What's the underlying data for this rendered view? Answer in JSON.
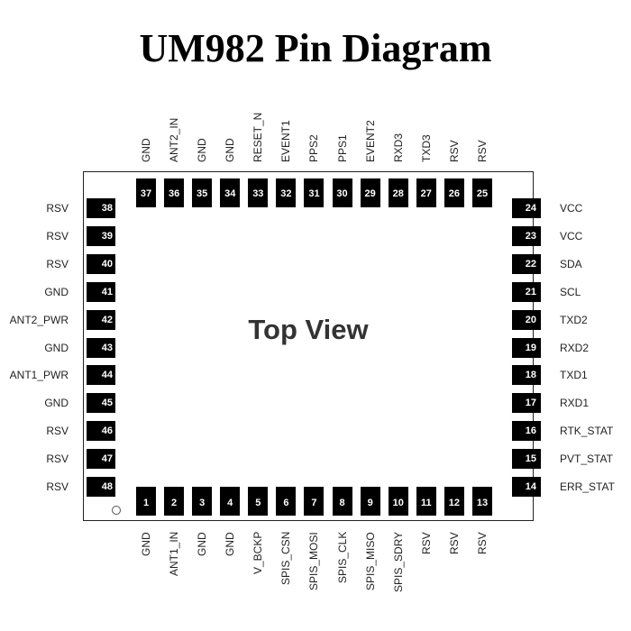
{
  "title": "UM982 Pin Diagram",
  "center_label": "Top View",
  "pins": {
    "bottom": [
      {
        "num": "1",
        "name": "GND"
      },
      {
        "num": "2",
        "name": "ANT1_IN"
      },
      {
        "num": "3",
        "name": "GND"
      },
      {
        "num": "4",
        "name": "GND"
      },
      {
        "num": "5",
        "name": "V_BCKP"
      },
      {
        "num": "6",
        "name": "SPIS_CSN"
      },
      {
        "num": "7",
        "name": "SPIS_MOSI"
      },
      {
        "num": "8",
        "name": "SPIS_CLK"
      },
      {
        "num": "9",
        "name": "SPIS_MISO"
      },
      {
        "num": "10",
        "name": "SPIS_SDRY"
      },
      {
        "num": "11",
        "name": "RSV"
      },
      {
        "num": "12",
        "name": "RSV"
      },
      {
        "num": "13",
        "name": "RSV"
      }
    ],
    "right": [
      {
        "num": "24",
        "name": "VCC"
      },
      {
        "num": "23",
        "name": "VCC"
      },
      {
        "num": "22",
        "name": "SDA"
      },
      {
        "num": "21",
        "name": "SCL"
      },
      {
        "num": "20",
        "name": "TXD2"
      },
      {
        "num": "19",
        "name": "RXD2"
      },
      {
        "num": "18",
        "name": "TXD1"
      },
      {
        "num": "17",
        "name": "RXD1"
      },
      {
        "num": "16",
        "name": "RTK_STAT"
      },
      {
        "num": "15",
        "name": "PVT_STAT"
      },
      {
        "num": "14",
        "name": "ERR_STAT"
      }
    ],
    "top": [
      {
        "num": "37",
        "name": "GND"
      },
      {
        "num": "36",
        "name": "ANT2_IN"
      },
      {
        "num": "35",
        "name": "GND"
      },
      {
        "num": "34",
        "name": "GND"
      },
      {
        "num": "33",
        "name": "RESET_N"
      },
      {
        "num": "32",
        "name": "EVENT1"
      },
      {
        "num": "31",
        "name": "PPS2"
      },
      {
        "num": "30",
        "name": "PPS1"
      },
      {
        "num": "29",
        "name": "EVENT2"
      },
      {
        "num": "28",
        "name": "RXD3"
      },
      {
        "num": "27",
        "name": "TXD3"
      },
      {
        "num": "26",
        "name": "RSV"
      },
      {
        "num": "25",
        "name": "RSV"
      }
    ],
    "left": [
      {
        "num": "38",
        "name": "RSV"
      },
      {
        "num": "39",
        "name": "RSV"
      },
      {
        "num": "40",
        "name": "RSV"
      },
      {
        "num": "41",
        "name": "GND"
      },
      {
        "num": "42",
        "name": "ANT2_PWR"
      },
      {
        "num": "43",
        "name": "GND"
      },
      {
        "num": "44",
        "name": "ANT1_PWR"
      },
      {
        "num": "45",
        "name": "GND"
      },
      {
        "num": "46",
        "name": "RSV"
      },
      {
        "num": "47",
        "name": "RSV"
      },
      {
        "num": "48",
        "name": "RSV"
      }
    ]
  }
}
